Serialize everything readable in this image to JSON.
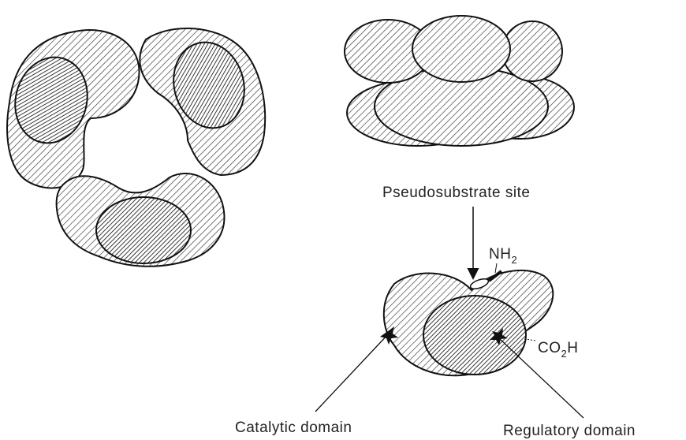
{
  "labels": {
    "pseudosubstrate": "Pseudosubstrate site",
    "nh2_main": "NH",
    "nh2_sub": "2",
    "co2h_pre": "CO",
    "co2h_sub": "2",
    "co2h_post": "H",
    "catalytic": "Catalytic domain",
    "regulatory": "Regulatory domain"
  }
}
